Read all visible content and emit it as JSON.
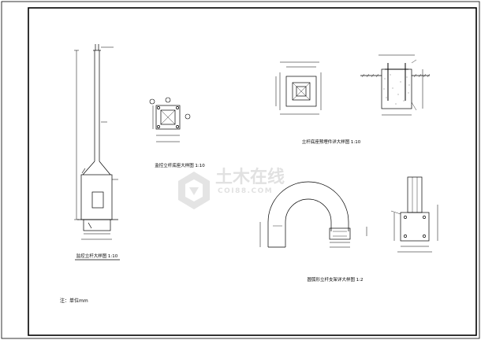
{
  "drawing": {
    "note": "注：单位mm",
    "title_block": {
      "line1": "",
      "line2": ""
    },
    "captions": {
      "pole_elevation": "监控立杆大样图 1:10",
      "pole_base": "监控立杆底座大样图 1:10",
      "foundation": "立杆底座预埋件详大样图 1:10",
      "arch": "圆弧形立杆支架详大样图 1:2"
    },
    "watermark": {
      "brand": "土木在线",
      "site": "COI88.COM"
    },
    "dimensions": {
      "pole_height": "",
      "pole_top_note": "",
      "pole_mid_note": "",
      "pole_low_note": "",
      "pole_base_h": "",
      "pole_base_w": "",
      "pole_base_w2": "",
      "base_top": "",
      "base_side": "",
      "base_w1": "",
      "base_w2": "",
      "base_left": "",
      "fnd_top": "",
      "fnd_top2": "",
      "fnd_left1": "",
      "fnd_left2": "",
      "fnd_right": "",
      "fnd_bottom": "",
      "sec_top": "",
      "sec_left": "",
      "sec_right": "",
      "sec_bottom": "",
      "sec_note": "",
      "arch_left": "",
      "arch_mid": "",
      "arch_bottom": "",
      "arch_note": "",
      "side_left": "",
      "side_right": "",
      "side_mid": "",
      "side_bottom1": "",
      "side_bottom2": ""
    }
  }
}
